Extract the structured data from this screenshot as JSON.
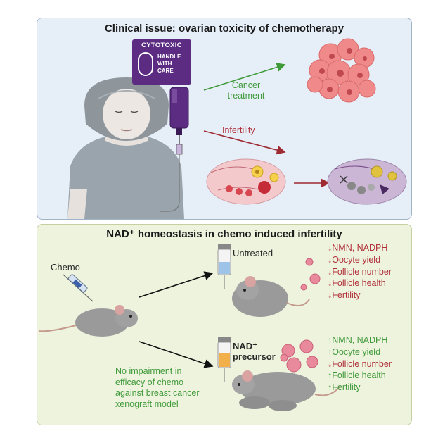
{
  "top_panel": {
    "title": "Clinical issue: ovarian toxicity of chemotherapy",
    "badge": {
      "title": "CYTOTOXIC",
      "line1": "HANDLE",
      "line2": "WITH",
      "line3": "CARE"
    },
    "cancer_treatment": {
      "line1": "Cancer",
      "line2": "treatment"
    },
    "infertility": "Infertility"
  },
  "bottom_panel": {
    "title": "NAD⁺ homeostasis in chemo induced infertility",
    "chemo": "Chemo",
    "untreated": "Untreated",
    "nad_precursor": {
      "line1": "NAD⁺",
      "line2": "precursor"
    },
    "untreated_effects": [
      "↓NMN, NADPH",
      "↓Oocyte yield",
      "↓Follicle number",
      "↓Follicle health",
      "↓Fertility"
    ],
    "treated_effects": [
      "↑NMN, NADPH",
      "↑Oocyte yield",
      "↓Follicle number",
      "↑Follicle health",
      "↑Fertility"
    ],
    "no_impairment": [
      "No impairment in",
      "efficacy of chemo",
      "against breast cancer",
      "xenograft model"
    ]
  },
  "colors": {
    "green": "#3f9a3a",
    "red": "#b0303a",
    "badge_purple": "#5c2c83",
    "top_bg": "#e6eef8",
    "bottom_bg": "#eef3dd"
  }
}
